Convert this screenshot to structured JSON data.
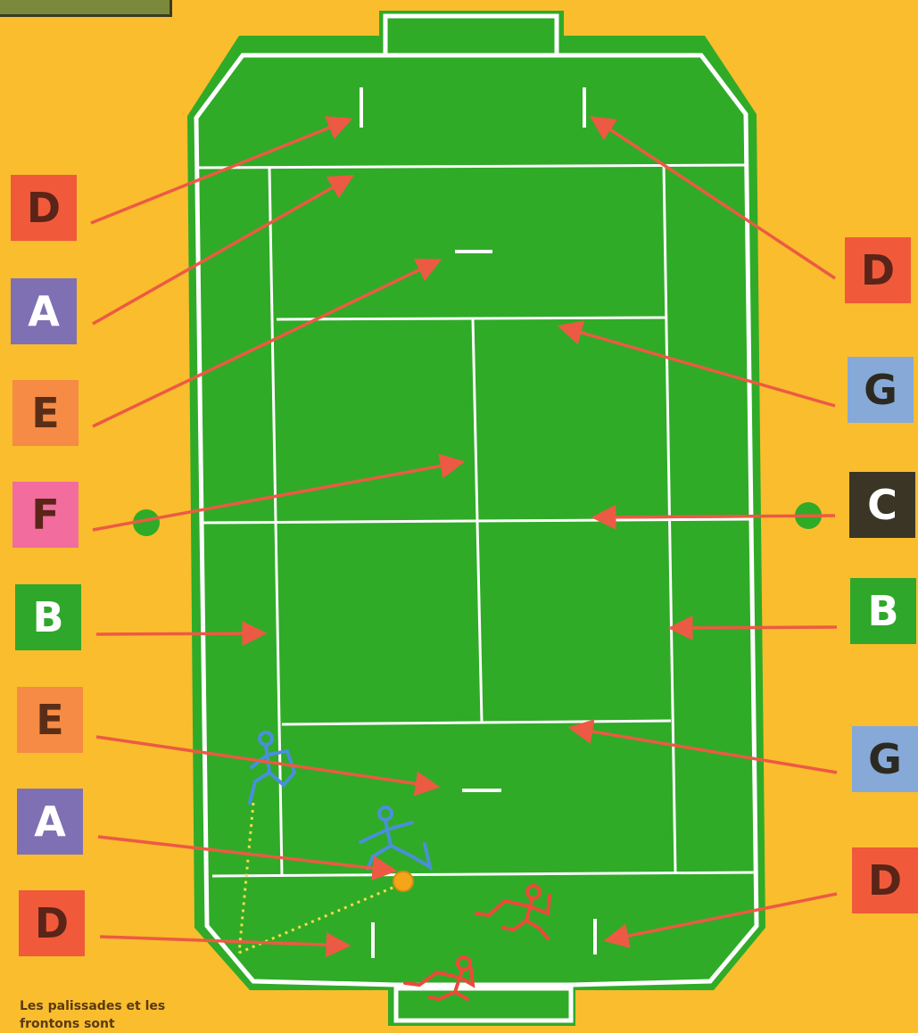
{
  "colors": {
    "background": "#f9bd2e",
    "court": "#2fab27",
    "lines": "#ffffff",
    "arrow": "#ec5a43",
    "ball": "#f5a51a",
    "player_blue": "#4a8fd9",
    "player_red": "#ec4a3a"
  },
  "labels_left": [
    {
      "letter": "D",
      "bg": "#f05a3a",
      "fg": "#5a2418"
    },
    {
      "letter": "A",
      "bg": "#7f70b4",
      "fg": "#ffffff"
    },
    {
      "letter": "E",
      "bg": "#f58b45",
      "fg": "#5a2e16"
    },
    {
      "letter": "F",
      "bg": "#f26c9e",
      "fg": "#5a2418"
    },
    {
      "letter": "B",
      "bg": "#2fa72a",
      "fg": "#ffffff"
    },
    {
      "letter": "E",
      "bg": "#f58b45",
      "fg": "#5a2e16"
    },
    {
      "letter": "A",
      "bg": "#7f70b4",
      "fg": "#ffffff"
    },
    {
      "letter": "D",
      "bg": "#f05a3a",
      "fg": "#5a2418"
    }
  ],
  "labels_right": [
    {
      "letter": "D",
      "bg": "#f05a3a",
      "fg": "#5a2418"
    },
    {
      "letter": "G",
      "bg": "#86a9d8",
      "fg": "#2c2a20"
    },
    {
      "letter": "C",
      "bg": "#3b3526",
      "fg": "#ffffff"
    },
    {
      "letter": "B",
      "bg": "#2fa72a",
      "fg": "#ffffff"
    },
    {
      "letter": "G",
      "bg": "#86a9d8",
      "fg": "#2c2a20"
    },
    {
      "letter": "D",
      "bg": "#f05a3a",
      "fg": "#5a2418"
    }
  ],
  "caption": "Les palissades et les frontons sont"
}
